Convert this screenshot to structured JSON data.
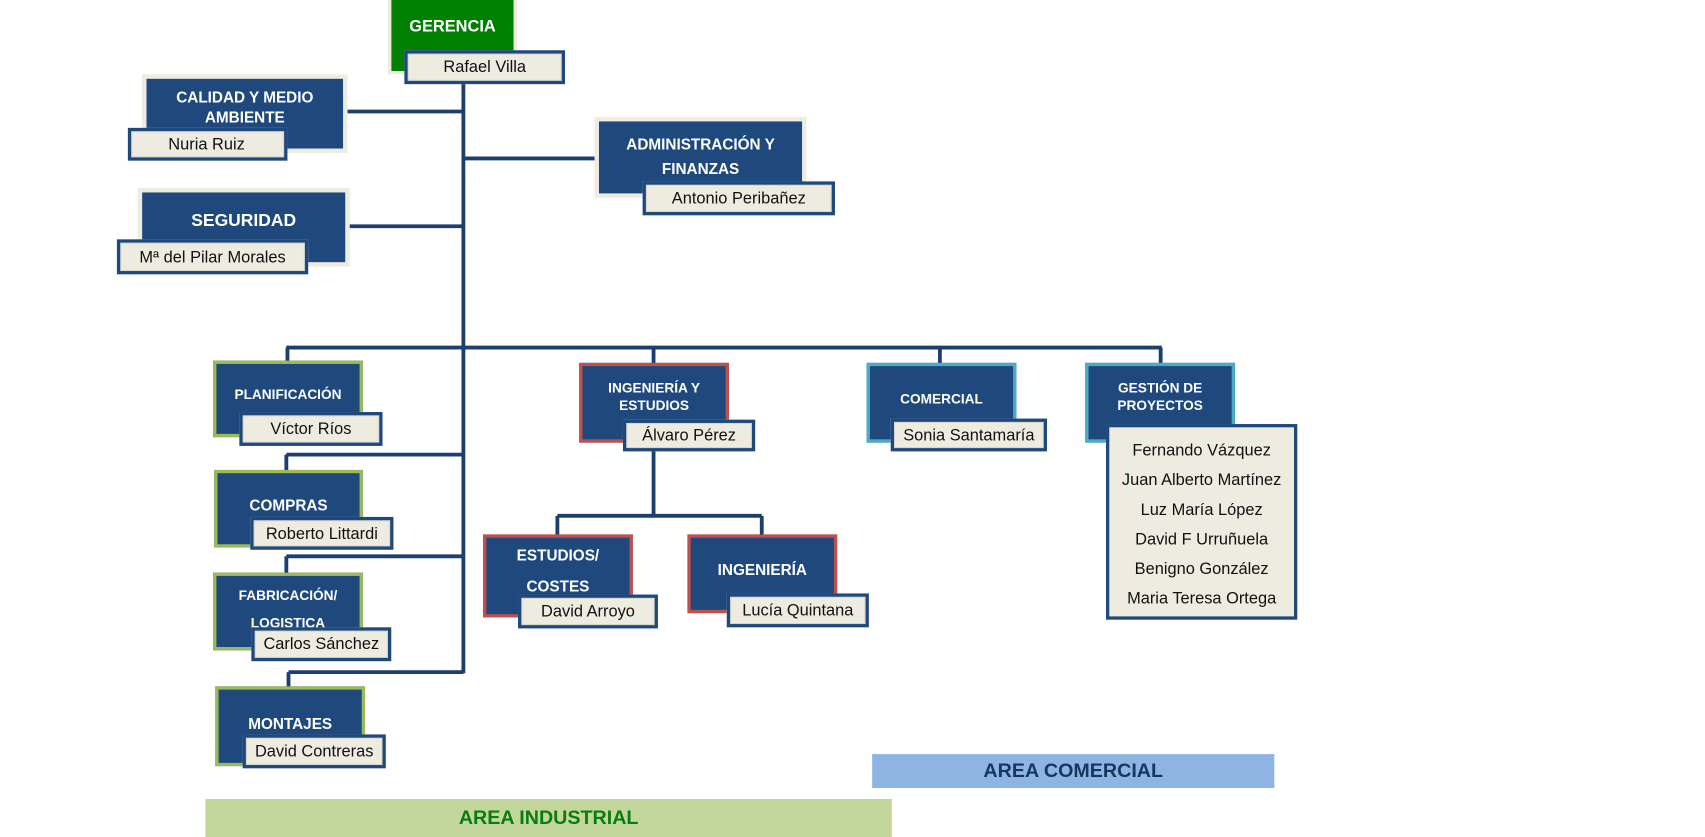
{
  "colors": {
    "unit_fill": "#1f497d",
    "name_fill": "#eeece1",
    "gerencia": "#008000",
    "industrial_border": "#9bbb59",
    "engineering_border": "#c0504d",
    "commercial_border": "#4bacc6",
    "area_comercial_bg": "#8eb4e3",
    "area_industrial_bg": "#c3d69b"
  },
  "gerencia": {
    "title": "GERENCIA",
    "name": "Rafael Villa"
  },
  "calidad": {
    "title": "CALIDAD Y MEDIO AMBIENTE",
    "name": "Nuria Ruiz"
  },
  "seguridad": {
    "title": "SEGURIDAD",
    "name": "Mª del Pilar Morales"
  },
  "administracion": {
    "title": "ADMINISTRACIÓN Y FINANZAS",
    "name": "Antonio Peribañez"
  },
  "planificacion": {
    "title": "PLANIFICACIÓN",
    "name": "Víctor Ríos"
  },
  "compras": {
    "title": "COMPRAS",
    "name": "Roberto Littardi"
  },
  "fabricacion": {
    "title": "FABRICACIÓN/ LOGISTICA",
    "name": "Carlos Sánchez"
  },
  "montajes": {
    "title": "MONTAJES",
    "name": "David Contreras"
  },
  "ingenieria_estudios": {
    "title": "INGENIERÍA Y ESTUDIOS",
    "name": "Álvaro Pérez"
  },
  "estudios_costes": {
    "title": "ESTUDIOS/ COSTES",
    "name": "David Arroyo"
  },
  "ingenieria": {
    "title": "INGENIERÍA",
    "name": "Lucía Quintana"
  },
  "comercial": {
    "title": "COMERCIAL",
    "name": "Sonia Santamaría"
  },
  "gestion_proyectos": {
    "title": "GESTIÓN DE PROYECTOS",
    "members": [
      "Fernando Vázquez",
      "Juan Alberto Martínez",
      "Luz María López",
      "David F Urruñuela",
      "Benigno González",
      "Maria Teresa Ortega"
    ]
  },
  "areas": {
    "comercial": "AREA COMERCIAL",
    "industrial": "AREA INDUSTRIAL"
  }
}
